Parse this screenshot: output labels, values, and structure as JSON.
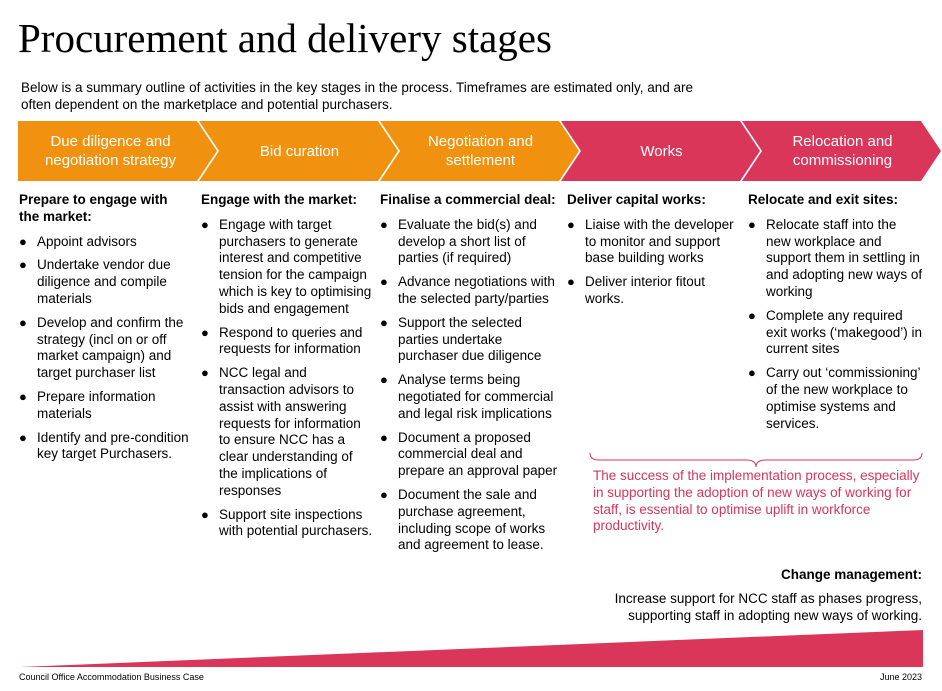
{
  "title": "Procurement and delivery stages",
  "intro": "Below is a summary outline of activities in the key stages in the process. Timeframes are estimated only, and are often dependent on the marketplace and potential purchasers.",
  "colors": {
    "orange": "#f0920f",
    "crimson": "#d9365a"
  },
  "stages": [
    {
      "label": "Due diligence and negotiation strategy",
      "color": "#f0920f"
    },
    {
      "label": "Bid curation",
      "color": "#f0920f"
    },
    {
      "label": "Negotiation and settlement",
      "color": "#f0920f"
    },
    {
      "label": "Works",
      "color": "#d9365a"
    },
    {
      "label": "Relocation and commissioning",
      "color": "#d9365a"
    }
  ],
  "columns": [
    {
      "heading": "Prepare to engage with the market:",
      "items": [
        "Appoint advisors",
        "Undertake vendor due diligence and compile materials",
        "Develop and confirm the strategy (incl on or off market campaign) and target purchaser list",
        "Prepare information materials",
        "Identify and pre-condition key target Purchasers."
      ]
    },
    {
      "heading": "Engage with the market:",
      "items": [
        "Engage with target purchasers to generate interest and competitive tension for the campaign which is key to optimising bids and engagement",
        "Respond to queries and requests for information",
        "NCC legal and transaction advisors to assist with answering requests for information to ensure NCC has a clear understanding of the implications of responses",
        "Support site inspections with potential purchasers."
      ]
    },
    {
      "heading": "Finalise a commercial deal:",
      "items": [
        "Evaluate the bid(s) and develop a short list of parties (if required)",
        "Advance negotiations with the selected party/parties",
        "Support the selected parties undertake purchaser due diligence",
        "Analyse terms being negotiated for commercial and legal risk implications",
        "Document a proposed commercial deal and prepare an approval paper",
        "Document the sale and purchase agreement, including scope of works and agreement to lease."
      ]
    },
    {
      "heading": "Deliver capital works:",
      "items": [
        "Liaise with the developer to monitor and support base building works",
        "Deliver interior fitout works."
      ]
    },
    {
      "heading": "Relocate and exit sites:",
      "items": [
        "Relocate staff into the new workplace and support them in settling in and adopting new ways of working",
        "Complete any required exit works (‘makegood’) in current sites",
        "Carry out ‘commissioning’ of the new workplace to optimise systems and services."
      ]
    }
  ],
  "success_note": "The success of the implementation process, especially in supporting the adoption of new ways of working for staff, is essential to optimise uplift in workforce productivity.",
  "change_management": {
    "title": "Change management:",
    "text": "Increase support for NCC staff as phases progress, supporting staff in adopting new ways of working."
  },
  "footer": {
    "left": "Council Office Accommodation Business Case",
    "right": "June 2023"
  }
}
